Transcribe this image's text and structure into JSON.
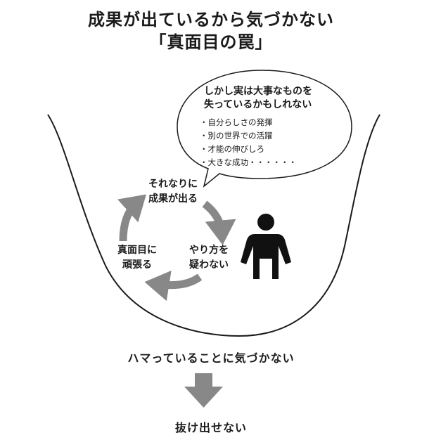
{
  "title": {
    "line1": "成果が出ているから気づかない",
    "line2": "「真面目の罠」"
  },
  "bubble": {
    "line1": "しかし実は大事なものを",
    "line2": "失っているかもしれない",
    "items": [
      "・自分らしさの発揮",
      "・別の世界での活躍",
      "・才能の伸びしろ",
      "・大きな成功・・・・・・"
    ]
  },
  "cycle": {
    "top": [
      "それなりに",
      "成果が出る"
    ],
    "right": [
      "やり方を",
      "疑わない"
    ],
    "left": [
      "真面目に",
      "頑張る"
    ]
  },
  "bottom": {
    "trapped": "ハマっていることに気づかない",
    "cannot_escape": "抜け出せない"
  },
  "colors": {
    "arrow": "#888888",
    "line": "#1a1a1a",
    "figure": "#111111"
  }
}
